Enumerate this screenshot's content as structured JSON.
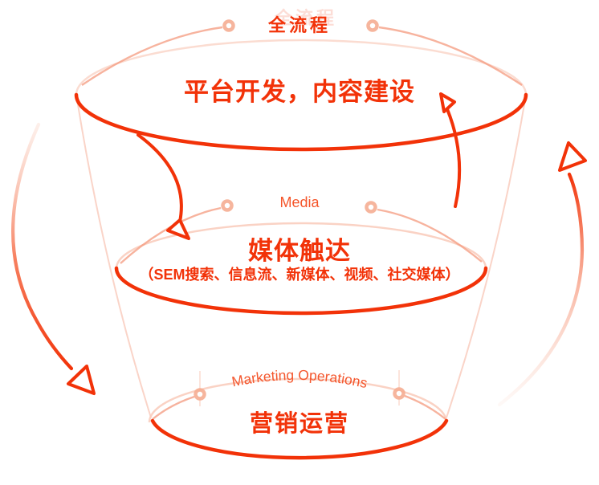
{
  "diagram": {
    "top_label": "全流程",
    "levels": [
      {
        "name": "platform",
        "title": "平台开发，内容建设"
      },
      {
        "name": "media",
        "en": "Media",
        "title": "媒体触达",
        "subtitle": "（SEM搜索、信息流、新媒体、视频、社交媒体）"
      },
      {
        "name": "operations",
        "en": "Marketing Operations",
        "title": "营销运营"
      }
    ]
  },
  "colors": {
    "primary": "#F23208",
    "label_orange": "#F5552A",
    "light_pink": "#FAD2C4",
    "salmon": "#F49A7E"
  }
}
